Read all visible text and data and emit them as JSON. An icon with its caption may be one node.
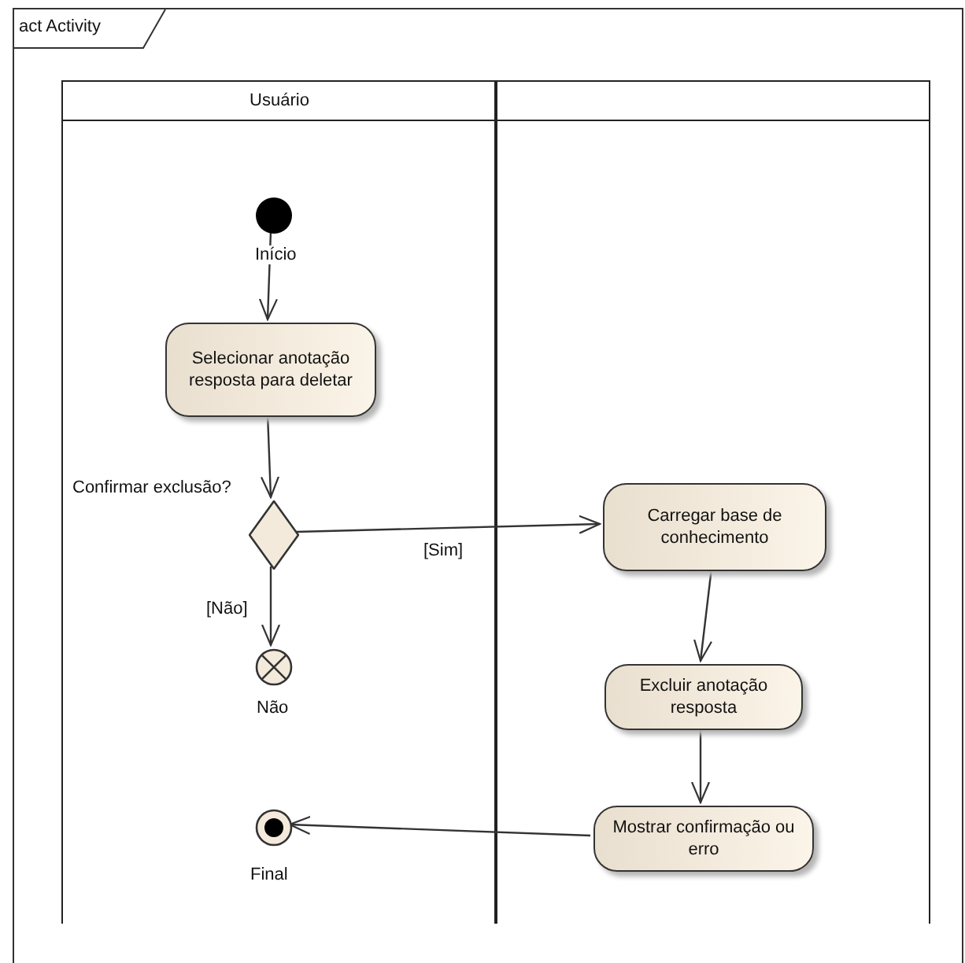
{
  "diagram": {
    "nodes": [
      {
        "text": [
          "act Activity"
        ]
      },
      {
        "text": [
          "Usuário"
        ],
        "in": 0
      },
      {
        "text": [],
        "shape": "box",
        "in": 0
      },
      {
        "text": [],
        "shape": "circle",
        "beside": [
          "Início"
        ],
        "in": 1
      },
      {
        "text": [
          "Selecionar anotação resposta para deletar"
        ],
        "in": 1
      },
      {
        "text": [],
        "shape": "diamond",
        "beside": [
          "Confirmar exclusão?"
        ],
        "in": 1
      },
      {
        "text": [],
        "shape": "circle",
        "beside": [
          "Não"
        ],
        "in": 1
      },
      {
        "text": [
          "Carregar base de conhecimento"
        ],
        "in": 2
      },
      {
        "text": [
          "Excluir anotação resposta"
        ],
        "in": 2
      },
      {
        "text": [
          "Mostrar confirmação ou erro"
        ],
        "in": 2
      },
      {
        "text": [],
        "shape": "circle",
        "beside": [
          "Final"
        ],
        "in": 1
      }
    ],
    "edges": [
      {
        "from": 3,
        "to": 4,
        "arrow": "to"
      },
      {
        "from": 4,
        "to": 5,
        "arrow": "to"
      },
      {
        "from": 5,
        "to": 7,
        "arrow": "to",
        "label": "[Sim]"
      },
      {
        "from": 5,
        "to": 6,
        "arrow": "to",
        "label": "[Não]"
      },
      {
        "from": 7,
        "to": 8,
        "arrow": "to"
      },
      {
        "from": 8,
        "to": 9,
        "arrow": "to"
      },
      {
        "from": 9,
        "to": 10,
        "arrow": "to"
      }
    ]
  }
}
